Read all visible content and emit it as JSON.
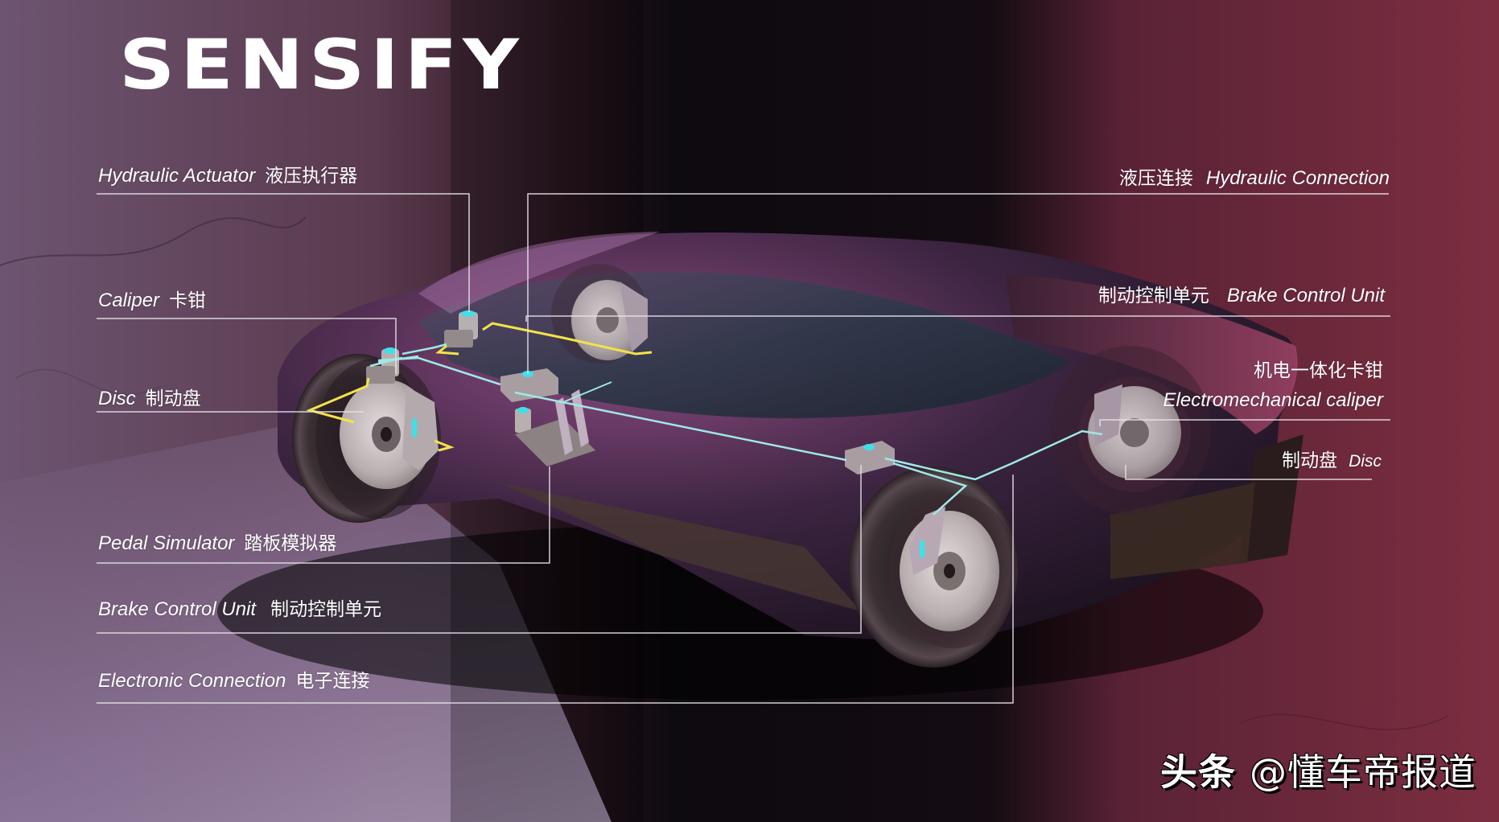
{
  "brand": {
    "logo_text": "SENSIFY"
  },
  "colors": {
    "label_text": "#ffffff",
    "leader_line": "#e8e4ea",
    "hydraulic_line": "#f2e34a",
    "electronic_line": "#9fe8e6",
    "accent_cyan": "#3fe0e8",
    "bg_left": "#6a4e6e",
    "bg_center": "#0c0a0e",
    "bg_right": "#7a2a3e"
  },
  "labels_left": [
    {
      "en": "Hydraulic Actuator",
      "zh": "液压执行器"
    },
    {
      "en": "Caliper",
      "zh": "卡钳"
    },
    {
      "en": "Disc",
      "zh": "制动盘"
    },
    {
      "en": "Pedal Simulator",
      "zh": "踏板模拟器"
    },
    {
      "en": "Brake Control Unit",
      "zh": "制动控制单元"
    },
    {
      "en": "Electronic Connection",
      "zh": "电子连接"
    }
  ],
  "labels_right": [
    {
      "zh": "液压连接",
      "en": "Hydraulic Connection"
    },
    {
      "zh": "制动控制单元",
      "en": "Brake Control Unit"
    },
    {
      "zh": "机电一体化卡钳",
      "en": "Electromechanical caliper"
    },
    {
      "zh": "制动盘",
      "en": "Disc"
    }
  ],
  "watermark": {
    "platform": "头条",
    "at": "@",
    "account": "懂车帝报道"
  }
}
